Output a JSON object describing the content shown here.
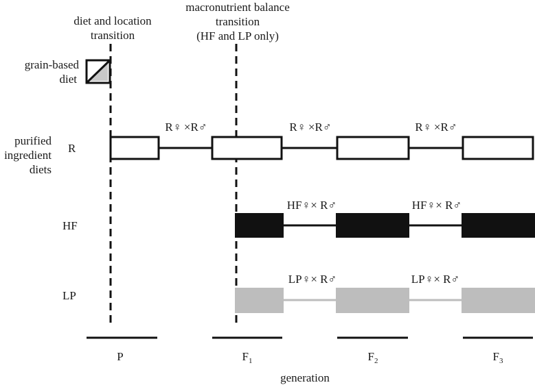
{
  "annotations": {
    "diet_transition": [
      "diet and location",
      "transition"
    ],
    "macro_transition": [
      "macronutrient balance",
      "transition",
      "(HF and LP only)"
    ]
  },
  "row_labels": {
    "grain": [
      "grain-based",
      "diet"
    ],
    "purified": [
      "purified",
      "ingredient",
      "diets"
    ],
    "r": "R",
    "hf": "HF",
    "lp": "LP"
  },
  "crosses": {
    "r": "R♀ ×R♂",
    "hf": "HF♀× R♂",
    "lp": "LP♀× R♂"
  },
  "generations": [
    {
      "label": "P",
      "sub": ""
    },
    {
      "label": "F",
      "sub": "1"
    },
    {
      "label": "F",
      "sub": "2"
    },
    {
      "label": "F",
      "sub": "3"
    }
  ],
  "axis_label": "generation",
  "colors": {
    "hf_fill": "#111111",
    "lp_fill": "#bdbdbd",
    "lp_line": "#bdbdbd",
    "grain_fill": "#c8c8c8",
    "outline": "#111111"
  }
}
